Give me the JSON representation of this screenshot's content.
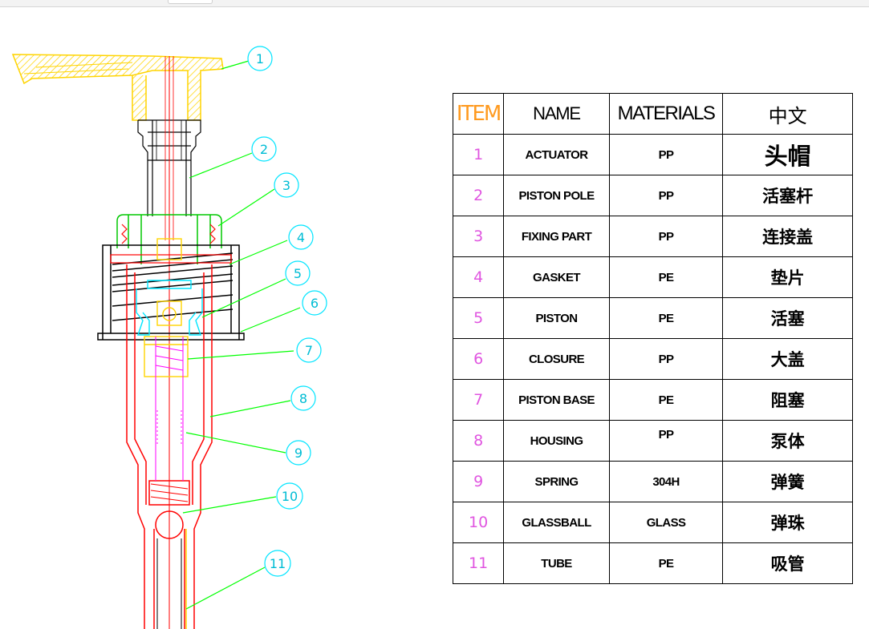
{
  "callouts": [
    "1",
    "2",
    "3",
    "4",
    "5",
    "6",
    "7",
    "8",
    "9",
    "10",
    "11"
  ],
  "table": {
    "headers": {
      "item": "ITEM",
      "name": "NAME",
      "materials": "MATERIALS",
      "chinese": "中文"
    },
    "rows": [
      {
        "item": "1",
        "name": "ACTUATOR",
        "material": "PP",
        "chinese": "头帽"
      },
      {
        "item": "2",
        "name": "PISTON POLE",
        "material": "PP",
        "chinese": "活塞杆"
      },
      {
        "item": "3",
        "name": "FIXING PART",
        "material": "PP",
        "chinese": "连接盖"
      },
      {
        "item": "4",
        "name": "GASKET",
        "material": "PE",
        "chinese": "垫片"
      },
      {
        "item": "5",
        "name": "PISTON",
        "material": "PE",
        "chinese": "活塞"
      },
      {
        "item": "6",
        "name": "CLOSURE",
        "material": "PP",
        "chinese": "大盖"
      },
      {
        "item": "7",
        "name": "PISTON BASE",
        "material": "PE",
        "chinese": "阻塞"
      },
      {
        "item": "8",
        "name": "HOUSING",
        "material": "PP",
        "chinese": "泵体"
      },
      {
        "item": "9",
        "name": "SPRING",
        "material": "304H",
        "chinese": "弹簧"
      },
      {
        "item": "10",
        "name": "GLASSBALL",
        "material": "GLASS",
        "chinese": "弹珠"
      },
      {
        "item": "11",
        "name": "TUBE",
        "material": "PE",
        "chinese": "吸管"
      }
    ]
  },
  "colors": {
    "actuator": "#ffd400",
    "piston_pole": "#000000",
    "fixing_part": "#00c800",
    "closure": "#000000",
    "housing": "#ff0000",
    "piston": "#00e5ff",
    "piston_base": "#ffd400",
    "spring": "#ff00ff",
    "leader": "#00ff00",
    "callout": "#00e5ff",
    "item_text": "#e055e0",
    "item_header": "#ff9a1f"
  }
}
